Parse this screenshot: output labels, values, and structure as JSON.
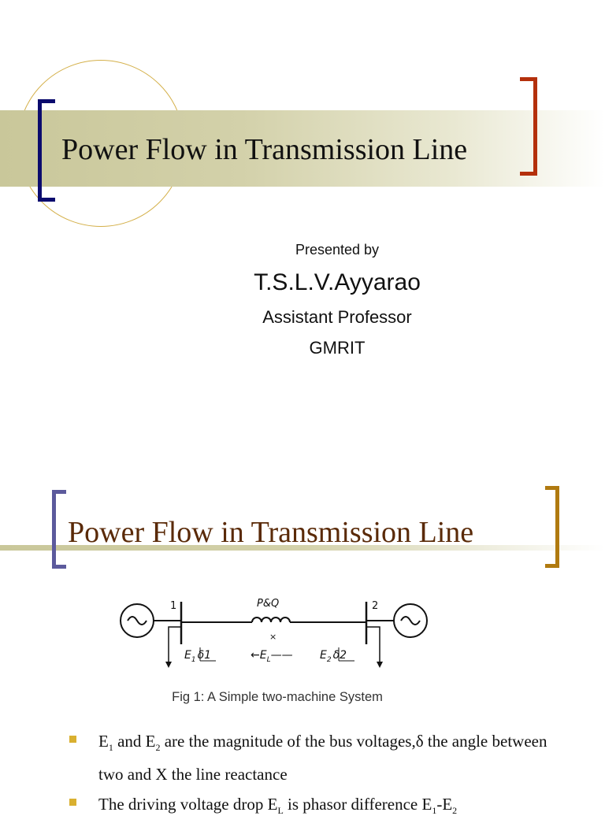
{
  "slide1": {
    "title": "Power Flow in Transmission Line",
    "presented_by": "Presented by",
    "presenter": "T.S.L.V.Ayyarao",
    "position": "Assistant Professor",
    "institution": "GMRIT"
  },
  "slide2": {
    "title": "Power Flow in Transmission Line",
    "figure": {
      "bus1": "1",
      "bus2": "2",
      "flow_label": "P&Q",
      "reactance_mark": "×",
      "v1": "E",
      "v1_sub": "1",
      "v1_angle": "δ1",
      "vl": "E",
      "vl_sub": "L",
      "v2": "E",
      "v2_sub": "2",
      "v2_angle": "δ2"
    },
    "caption": "Fig 1: A Simple two-machine System",
    "bullet1": {
      "e": "E",
      "sub1": "1",
      "and": " and ",
      "sub2": "2",
      "rest": " are the magnitude of the bus voltages,δ the angle between two and X the line reactance"
    },
    "bullet2": {
      "pre": "The driving voltage drop E",
      "sub_l": "L",
      "mid": "  is phasor difference E",
      "sub1": "1",
      "dash": "-E",
      "sub2": "2"
    }
  },
  "colors": {
    "band": "#d3d1aa",
    "circle": "#d4b04a",
    "bracket1_left": "#0b0b6e",
    "bracket1_right": "#b4300c",
    "bracket2_left": "#5c5a9c",
    "bracket2_right": "#b07a10",
    "title2": "#5a2a08",
    "bullet": "#d9b030"
  }
}
